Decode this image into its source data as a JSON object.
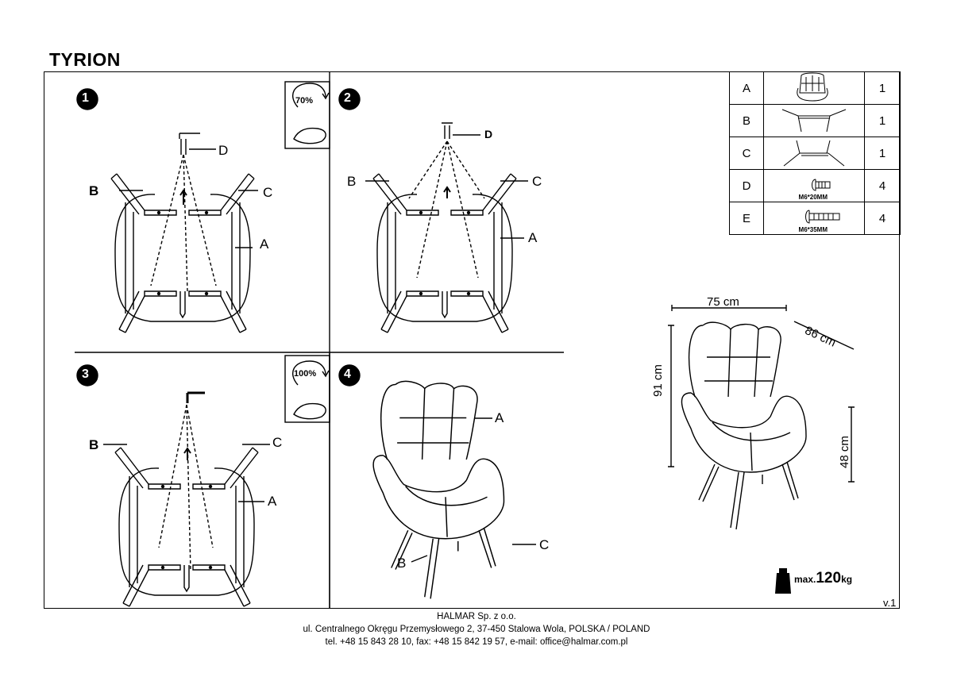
{
  "title": "TYRION",
  "steps": [
    "1",
    "2",
    "3",
    "4"
  ],
  "torque": {
    "first": "70%",
    "second": "100%"
  },
  "labels": {
    "A": "A",
    "B": "B",
    "C": "C",
    "D": "D"
  },
  "parts": [
    {
      "letter": "A",
      "qty": "1",
      "icon": "armchair-body-icon",
      "size": ""
    },
    {
      "letter": "B",
      "qty": "1",
      "icon": "leg-frame-icon",
      "size": ""
    },
    {
      "letter": "C",
      "qty": "1",
      "icon": "leg-frame-icon",
      "size": ""
    },
    {
      "letter": "D",
      "qty": "4",
      "icon": "bolt-icon",
      "size": "M6*20MM"
    },
    {
      "letter": "E",
      "qty": "4",
      "icon": "bolt-icon",
      "size": "M6*35MM"
    }
  ],
  "dimensions": {
    "width": "75 cm",
    "depth": "86 cm",
    "height": "91 cm",
    "seat_height": "48 cm"
  },
  "max_load": {
    "prefix": "max.",
    "value": "120",
    "unit": "kg"
  },
  "version": "v.1",
  "footer": {
    "company": "HALMAR Sp. z o.o.",
    "address": "ul. Centralnego Okręgu Przemysłowego 2, 37-450 Stalowa Wola, POLSKA / POLAND",
    "contact": "tel. +48 15 843 28 10, fax: +48 15 842 19 57, e-mail: office@halmar.com.pl"
  }
}
